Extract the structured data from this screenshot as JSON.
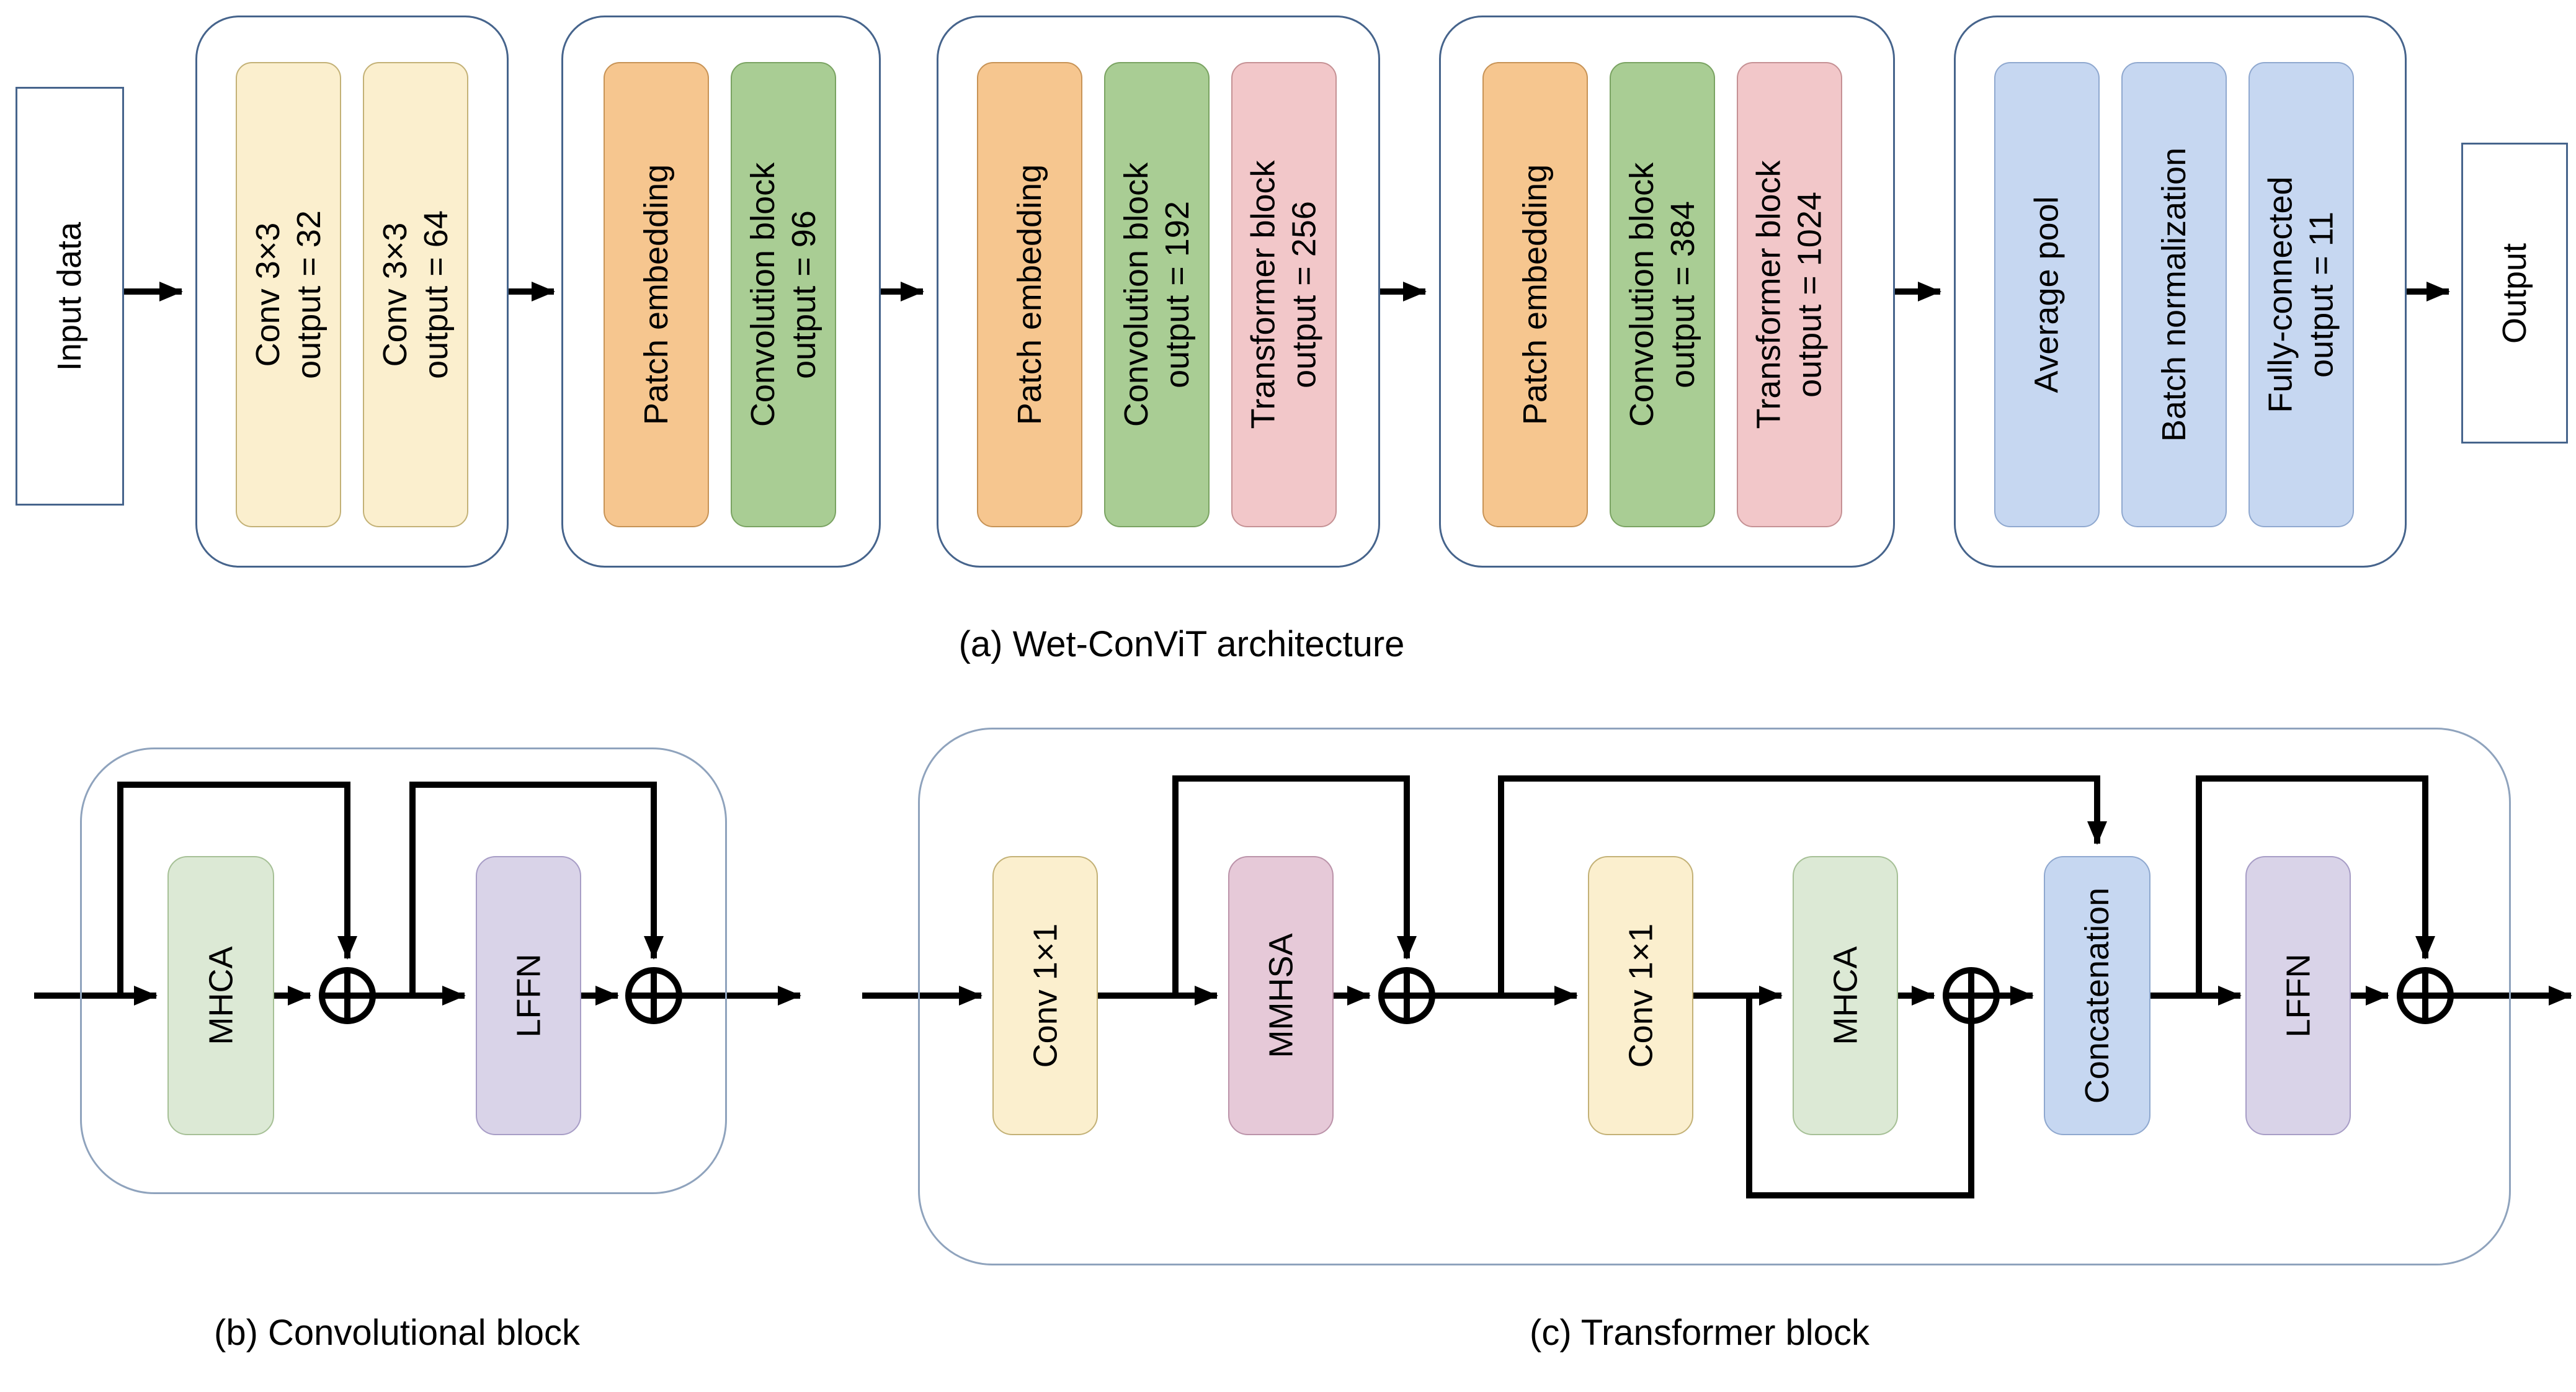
{
  "figure": {
    "caption_a": "(a) Wet-ConViT architecture",
    "caption_b": "(b) Convolutional block",
    "caption_c": "(c) Transformer block"
  },
  "architecture": {
    "input_label": "Input data",
    "output_label": "Output",
    "groups": [
      {
        "name": "stem",
        "blocks": [
          {
            "label": "Conv 3×3\noutput = 32",
            "type": "conv"
          },
          {
            "label": "Conv 3×3\noutput = 64",
            "type": "conv"
          }
        ]
      },
      {
        "name": "stage-1",
        "blocks": [
          {
            "label": "Patch embedding",
            "type": "patch-embedding"
          },
          {
            "label": "Convolution block\noutput = 96",
            "type": "convolution-block"
          }
        ]
      },
      {
        "name": "stage-2",
        "blocks": [
          {
            "label": "Patch embedding",
            "type": "patch-embedding"
          },
          {
            "label": "Convolution block\noutput = 192",
            "type": "convolution-block"
          },
          {
            "label": "Transformer block\noutput = 256",
            "type": "transformer-block"
          }
        ]
      },
      {
        "name": "stage-3",
        "blocks": [
          {
            "label": "Patch embedding",
            "type": "patch-embedding"
          },
          {
            "label": "Convolution block\noutput = 384",
            "type": "convolution-block"
          },
          {
            "label": "Transformer block\noutput = 1024",
            "type": "transformer-block"
          }
        ]
      },
      {
        "name": "head",
        "blocks": [
          {
            "label": "Average pool",
            "type": "head"
          },
          {
            "label": "Batch normalization",
            "type": "head"
          },
          {
            "label": "Fully-connected\noutput = 11",
            "type": "head"
          }
        ]
      }
    ]
  },
  "conv_block": {
    "mhca_label": "MHCA",
    "lffn_label": "LFFN"
  },
  "transformer_block": {
    "conv1_label": "Conv 1×1",
    "mmhsa_label": "MMHSA",
    "conv2_label": "Conv 1×1",
    "mhca_label": "MHCA",
    "concat_label": "Concatenation",
    "lffn_label": "LFFN"
  },
  "icons": {
    "add_operator": "circle-plus"
  },
  "colors": {
    "conv_cream": "#FBEFCE",
    "patch_orange": "#F6C68F",
    "convblock_green": "#A9CD94",
    "transformer_pink": "#F2C7C9",
    "head_blue": "#C6D7F1",
    "mhca_green": "#DCE9D5",
    "lffn_purple": "#D9D3E8",
    "mmhsa_pink": "#E6C9D8",
    "concat_blue": "#C6D7F1",
    "group_border": "#46648c",
    "subfig_border": "#8fa3bd",
    "wire_black": "#000000"
  }
}
